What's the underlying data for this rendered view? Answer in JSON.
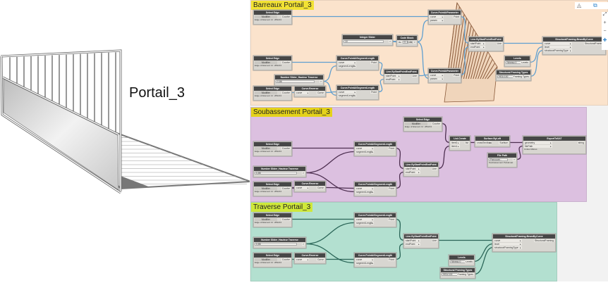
{
  "model_label": "Portail_3",
  "colors": {
    "g1_bg": "#fbe3cc",
    "g2_bg": "#dcc0e0",
    "g3_bg": "#b3e0d0",
    "g1_title": "#f2e233",
    "g2_title": "#e4d21a",
    "g3_title": "#cfe83a",
    "g1_wire": "#5f9fd0",
    "g2_wire": "#4d2f50",
    "g3_wire": "#2a6557"
  },
  "controls": {
    "zoom_in": "+",
    "zoom_out": "−",
    "fit": "⤢"
  },
  "groups": [
    {
      "title": "Barreaux Portail_3",
      "nodes": [
        {
          "title": "Select Edge",
          "button": "Modifier",
          "outputs": [
            "Courbe"
          ],
          "footer": "Edge of Element Id : 283213"
        },
        {
          "title": "Integer Slider",
          "value": "10",
          "outputs": [
            ">"
          ]
        },
        {
          "title": "Code Block",
          "value": "0..1..#a;",
          "inputs": [
            "a"
          ],
          "outputs": [
            ">"
          ]
        },
        {
          "title": "Select Edge",
          "button": "Modifier",
          "outputs": [
            "Courbe"
          ],
          "footer": "Edge of Element Id : 283213"
        },
        {
          "title": "Curve.PointAtSegmentLength",
          "inputs": [
            "curve",
            "segmentLength"
          ],
          "outputs": [
            "Point"
          ]
        },
        {
          "title": "Number Slider_Hauteur Traverse",
          "value": "0,86",
          "outputs": [
            ">"
          ]
        },
        {
          "title": "Line.ByStartPointEndPoint",
          "inputs": [
            "startPoint",
            "endPoint"
          ],
          "outputs": [
            "Line"
          ]
        },
        {
          "title": "Select Edge",
          "button": "Modifier",
          "outputs": [
            "Courbe"
          ],
          "footer": "Edge of Element Id : 283213"
        },
        {
          "title": "Curve.Reverse",
          "inputs": [
            "curve"
          ],
          "outputs": [
            "Curve"
          ]
        },
        {
          "title": "Curve.PointAtSegmentLength",
          "inputs": [
            "curve",
            "segmentLength"
          ],
          "outputs": [
            "Point"
          ]
        },
        {
          "title": "Curve.PointAtParameter",
          "inputs": [
            "curve",
            "param"
          ],
          "outputs": [
            "Point"
          ]
        },
        {
          "title": "Curve.PointAtParameter",
          "inputs": [
            "curve",
            "param"
          ],
          "outputs": [
            "Point"
          ]
        },
        {
          "title": "Line.ByStartPointEndPoint",
          "inputs": [
            "startPoint",
            "endPoint"
          ],
          "outputs": [
            "Line"
          ]
        },
        {
          "title": "Levels",
          "value": "Niveau 0",
          "outputs": [
            "Levels"
          ]
        },
        {
          "title": "Structural Framing Types",
          "value": "HEA 100",
          "outputs": [
            "Framing Types"
          ]
        },
        {
          "title": "StructuralFraming.BeamByCurve",
          "inputs": [
            "curve",
            "level",
            "structuralFramingType"
          ],
          "outputs": [
            "StructuralFraming"
          ]
        }
      ]
    },
    {
      "title": "Soubassement Portail_3",
      "nodes": [
        {
          "title": "Select Edge",
          "button": "Modifier",
          "outputs": [
            "Courbe"
          ],
          "footer": "Edge of Element Id : 283213"
        },
        {
          "title": "Curve.PointAtSegmentLength",
          "inputs": [
            "curve",
            "segmentLength"
          ],
          "outputs": [
            "Point"
          ]
        },
        {
          "title": "Number Slider_Hauteur Traverse",
          "value": "0,86",
          "outputs": [
            ">"
          ]
        },
        {
          "title": "Select Edge",
          "button": "Modifier",
          "outputs": [
            "Courbe"
          ],
          "footer": "Edge of Element Id : 283213"
        },
        {
          "title": "Curve.Reverse",
          "inputs": [
            "curve"
          ],
          "outputs": [
            "Curve"
          ]
        },
        {
          "title": "Curve.PointAtSegmentLength",
          "inputs": [
            "curve",
            "segmentLength"
          ],
          "outputs": [
            "Point"
          ]
        },
        {
          "title": "Line.ByStartPointEndPoint",
          "inputs": [
            "startPoint",
            "endPoint"
          ],
          "outputs": [
            "Line"
          ]
        },
        {
          "title": "Select Edge",
          "button": "Modifier",
          "outputs": [
            "Courbe"
          ],
          "footer": "Edge of Element Id : 283213"
        },
        {
          "title": "List.Create",
          "inputs": [
            "item0",
            "item1"
          ],
          "outputs": [
            "list"
          ]
        },
        {
          "title": "Surface.ByLoft",
          "inputs": [
            "crossSections"
          ],
          "outputs": [
            "Surface"
          ]
        },
        {
          "title": "File Path",
          "value": "Parcourir...",
          "outputs": [
            ">"
          ],
          "footer": "Soubassement Portail.sat"
        },
        {
          "title": "ExportToSAT",
          "inputs": [
            "geometry",
            "filePath"
          ],
          "outputs": [
            "string"
          ],
          "footer": "Unités  Mètres"
        }
      ]
    },
    {
      "title": "Traverse Portail_3",
      "nodes": [
        {
          "title": "Select Edge",
          "button": "Modifier",
          "outputs": [
            "Courbe"
          ],
          "footer": "Edge of Element Id : 283213"
        },
        {
          "title": "Curve.PointAtSegmentLength",
          "inputs": [
            "curve",
            "segmentLength"
          ],
          "outputs": [
            "Point"
          ]
        },
        {
          "title": "Number Slider_Hauteur Traverse",
          "value": "0,86",
          "outputs": [
            ">"
          ]
        },
        {
          "title": "Select Edge",
          "button": "Modifier",
          "outputs": [
            "Courbe"
          ],
          "footer": "Edge of Element Id : 283213"
        },
        {
          "title": "Curve.Reverse",
          "inputs": [
            "curve"
          ],
          "outputs": [
            "Curve"
          ]
        },
        {
          "title": "Curve.PointAtSegmentLength",
          "inputs": [
            "curve",
            "segmentLength"
          ],
          "outputs": [
            "Point"
          ]
        },
        {
          "title": "Line.ByStartPointEndPoint",
          "inputs": [
            "startPoint",
            "endPoint"
          ],
          "outputs": [
            "Line"
          ]
        },
        {
          "title": "Levels",
          "value": "Niveau 0",
          "outputs": [
            "Levels"
          ]
        },
        {
          "title": "Structural Framing Types",
          "value": "HEA 100",
          "outputs": [
            "Framing Types"
          ]
        },
        {
          "title": "StructuralFraming.BeamByCurve",
          "inputs": [
            "curve",
            "level",
            "structuralFramingType"
          ],
          "outputs": [
            "StructuralFraming"
          ]
        }
      ]
    }
  ]
}
